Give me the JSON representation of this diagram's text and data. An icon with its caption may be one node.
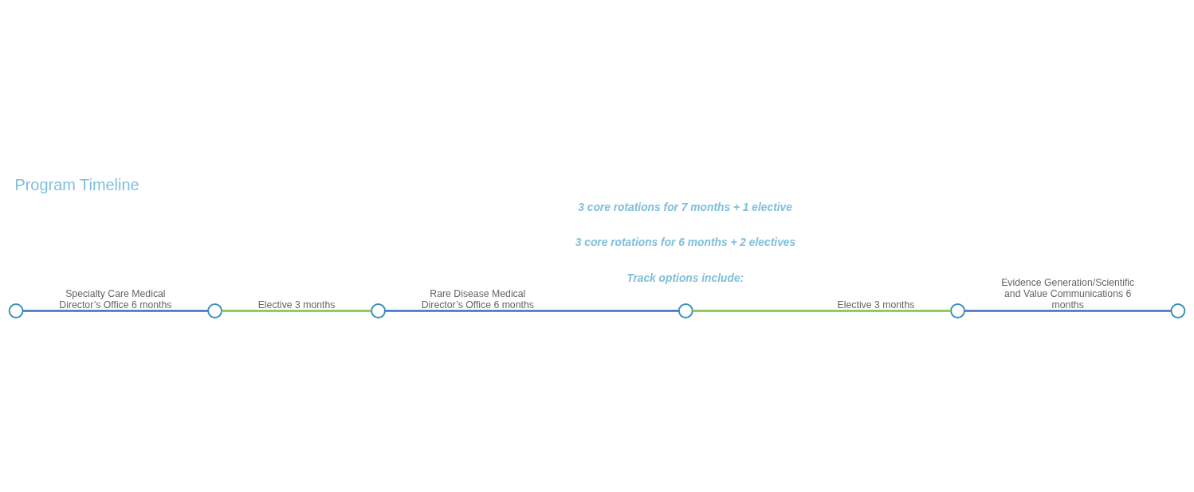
{
  "diagram": {
    "title": "Program Timeline",
    "nodes": [
      {
        "text": [],
        "shape": "circle"
      },
      {
        "text": [],
        "shape": "circle"
      },
      {
        "text": [],
        "shape": "circle"
      },
      {
        "text": [],
        "shape": "circle"
      },
      {
        "text": [],
        "shape": "circle"
      },
      {
        "text": [],
        "shape": "circle"
      }
    ],
    "edges": [
      {
        "from": 0,
        "to": 1,
        "arrow": "none",
        "label": "Specialty Care Medical Director’s Office 6 months"
      },
      {
        "from": 1,
        "to": 2,
        "arrow": "none",
        "color": "#7dc242",
        "label": "Elective 3 months"
      },
      {
        "from": 2,
        "to": 3,
        "arrow": "none",
        "label": "Rare Disease Medical Director’s Office 6 months"
      },
      {
        "from": 3,
        "to": 4,
        "arrow": "none",
        "color": "#7dc242",
        "label": "Elective 3 months"
      },
      {
        "from": 4,
        "to": 5,
        "arrow": "none",
        "label": "Evidence Generation/Scientific and Value Communications 6 months"
      }
    ],
    "labels": [
      "Track options include:",
      "3 core rotations for 6 months + 2 electives",
      "3 core rotations for 7 months + 1 elective"
    ]
  }
}
